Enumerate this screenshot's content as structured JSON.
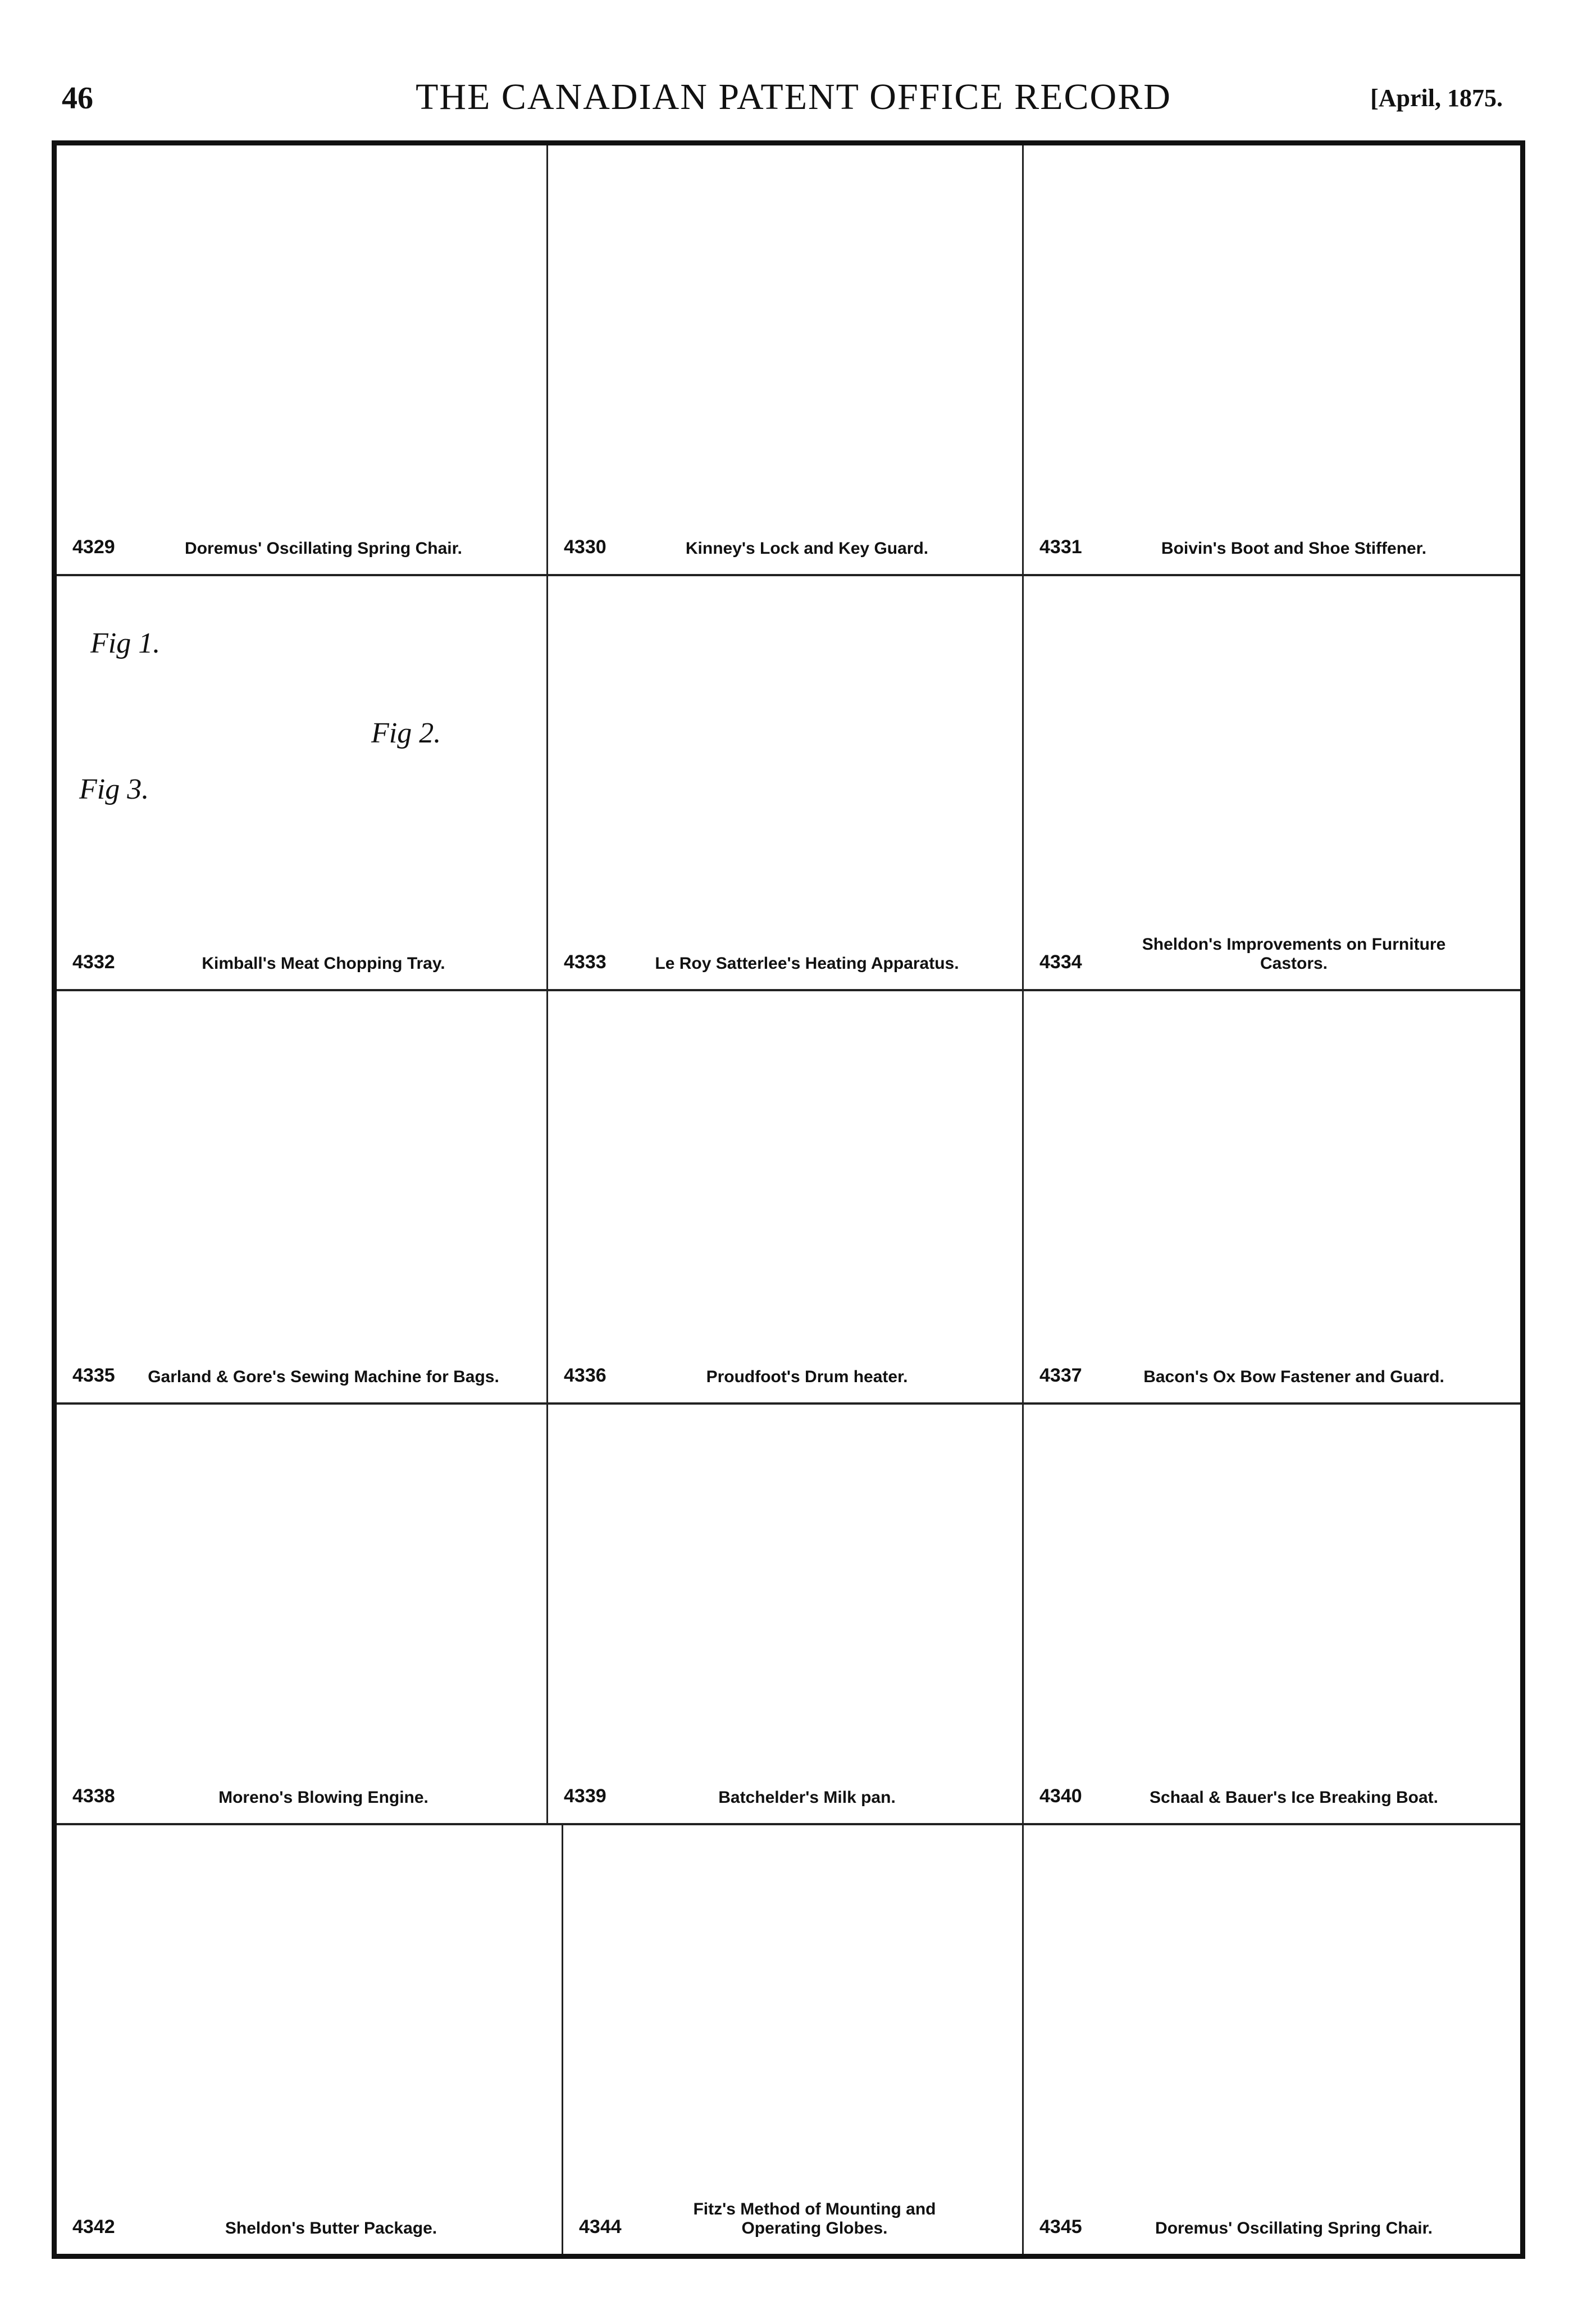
{
  "header": {
    "page_number": "46",
    "title": "THE CANADIAN PATENT OFFICE RECORD",
    "date": "[April, 1875."
  },
  "patents": [
    {
      "number": "4329",
      "caption": "Doremus' Oscillating Spring Chair."
    },
    {
      "number": "4330",
      "caption": "Kinney's Lock and Key Guard."
    },
    {
      "number": "4331",
      "caption": "Boivin's Boot and Shoe Stiffener."
    },
    {
      "number": "4332",
      "caption": "Kimball's Meat Chopping Tray."
    },
    {
      "number": "4333",
      "caption": "Le Roy Satterlee's Heating Apparatus."
    },
    {
      "number": "4334",
      "caption": "Sheldon's Improvements on Furniture Castors."
    },
    {
      "number": "4335",
      "caption": "Garland & Gore's Sewing Machine for Bags."
    },
    {
      "number": "4336",
      "caption": "Proudfoot's Drum heater."
    },
    {
      "number": "4337",
      "caption": "Bacon's Ox Bow Fastener and Guard."
    },
    {
      "number": "4338",
      "caption": "Moreno's Blowing Engine."
    },
    {
      "number": "4339",
      "caption": "Batchelder's Milk pan."
    },
    {
      "number": "4340",
      "caption": "Schaal & Bauer's Ice Breaking Boat."
    },
    {
      "number": "4342",
      "caption": "Sheldon's Butter Package."
    },
    {
      "number": "4344",
      "caption": "Fitz's Method of Mounting and Operating Globes."
    },
    {
      "number": "4345",
      "caption": "Doremus' Oscillating Spring Chair."
    }
  ],
  "figure_labels": {
    "fig1": "Fig 1.",
    "fig2": "Fig 2.",
    "fig3": "Fig 3."
  }
}
